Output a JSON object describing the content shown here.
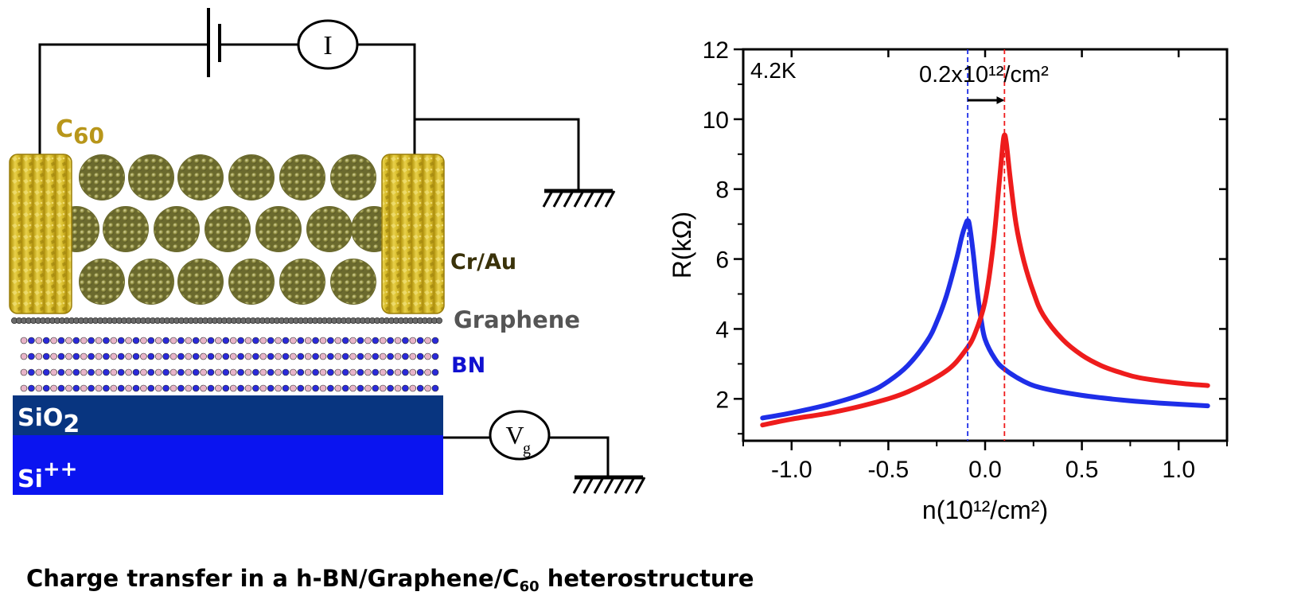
{
  "diagram": {
    "meter_current": "I",
    "meter_gate": "V",
    "meter_gate_sub": "g",
    "label_c60_main": "C",
    "label_c60_sub": "60",
    "label_electrode": "Cr/Au",
    "label_graphene": "Graphene",
    "label_bn": "BN",
    "label_sio2_main": "SiO",
    "label_sio2_sub": "2",
    "label_si_main": "Si",
    "label_si_sup": "++",
    "colors": {
      "gold": "#D8BC2A",
      "c60": "#8C8A3C",
      "bn": "#1010D0",
      "sio2": "#083580",
      "si": "#0A14F0",
      "graphene": "#555555"
    }
  },
  "caption": {
    "text": "Charge transfer in a h-BN/Graphene/C",
    "sub": "60",
    "suffix": " heterostructure"
  },
  "chart_data": {
    "type": "line",
    "xlabel": "n(10¹²/cm²)",
    "ylabel": "R(kΩ)",
    "xlim": [
      -1.25,
      1.25
    ],
    "ylim": [
      0.8,
      12
    ],
    "xticks": [
      -1.0,
      -0.5,
      0.0,
      0.5,
      1.0
    ],
    "xtick_labels": [
      "-1.0",
      "-0.5",
      "0.0",
      "0.5",
      "1.0"
    ],
    "yticks": [
      2,
      4,
      6,
      8,
      10,
      12
    ],
    "ytick_labels": [
      "2",
      "4",
      "6",
      "8",
      "10",
      "12"
    ],
    "annotations": {
      "temperature": "4.2K",
      "shift": "0.2x10¹²/cm²"
    },
    "dirac_points": [
      -0.09,
      0.1
    ],
    "series": [
      {
        "color": "#1E2EE8",
        "x": [
          -1.15,
          -1.0,
          -0.8,
          -0.6,
          -0.5,
          -0.4,
          -0.3,
          -0.25,
          -0.2,
          -0.15,
          -0.12,
          -0.1,
          -0.09,
          -0.08,
          -0.06,
          -0.04,
          -0.02,
          0.0,
          0.05,
          0.1,
          0.2,
          0.3,
          0.5,
          0.7,
          0.9,
          1.15
        ],
        "y": [
          1.45,
          1.6,
          1.85,
          2.2,
          2.5,
          2.95,
          3.65,
          4.2,
          4.95,
          5.95,
          6.65,
          7.0,
          7.1,
          6.95,
          6.1,
          5.05,
          4.25,
          3.7,
          3.15,
          2.85,
          2.5,
          2.3,
          2.1,
          1.97,
          1.88,
          1.8
        ]
      },
      {
        "color": "#EE1C1C",
        "x": [
          -1.15,
          -1.0,
          -0.8,
          -0.6,
          -0.4,
          -0.2,
          -0.1,
          -0.05,
          0.0,
          0.04,
          0.07,
          0.09,
          0.1,
          0.11,
          0.13,
          0.16,
          0.2,
          0.25,
          0.3,
          0.4,
          0.5,
          0.6,
          0.7,
          0.8,
          1.0,
          1.15
        ],
        "y": [
          1.25,
          1.42,
          1.6,
          1.85,
          2.2,
          2.8,
          3.4,
          3.9,
          4.8,
          6.3,
          8.0,
          9.2,
          9.55,
          9.3,
          8.3,
          7.0,
          5.95,
          5.05,
          4.4,
          3.7,
          3.25,
          2.95,
          2.75,
          2.6,
          2.45,
          2.38
        ]
      }
    ]
  }
}
